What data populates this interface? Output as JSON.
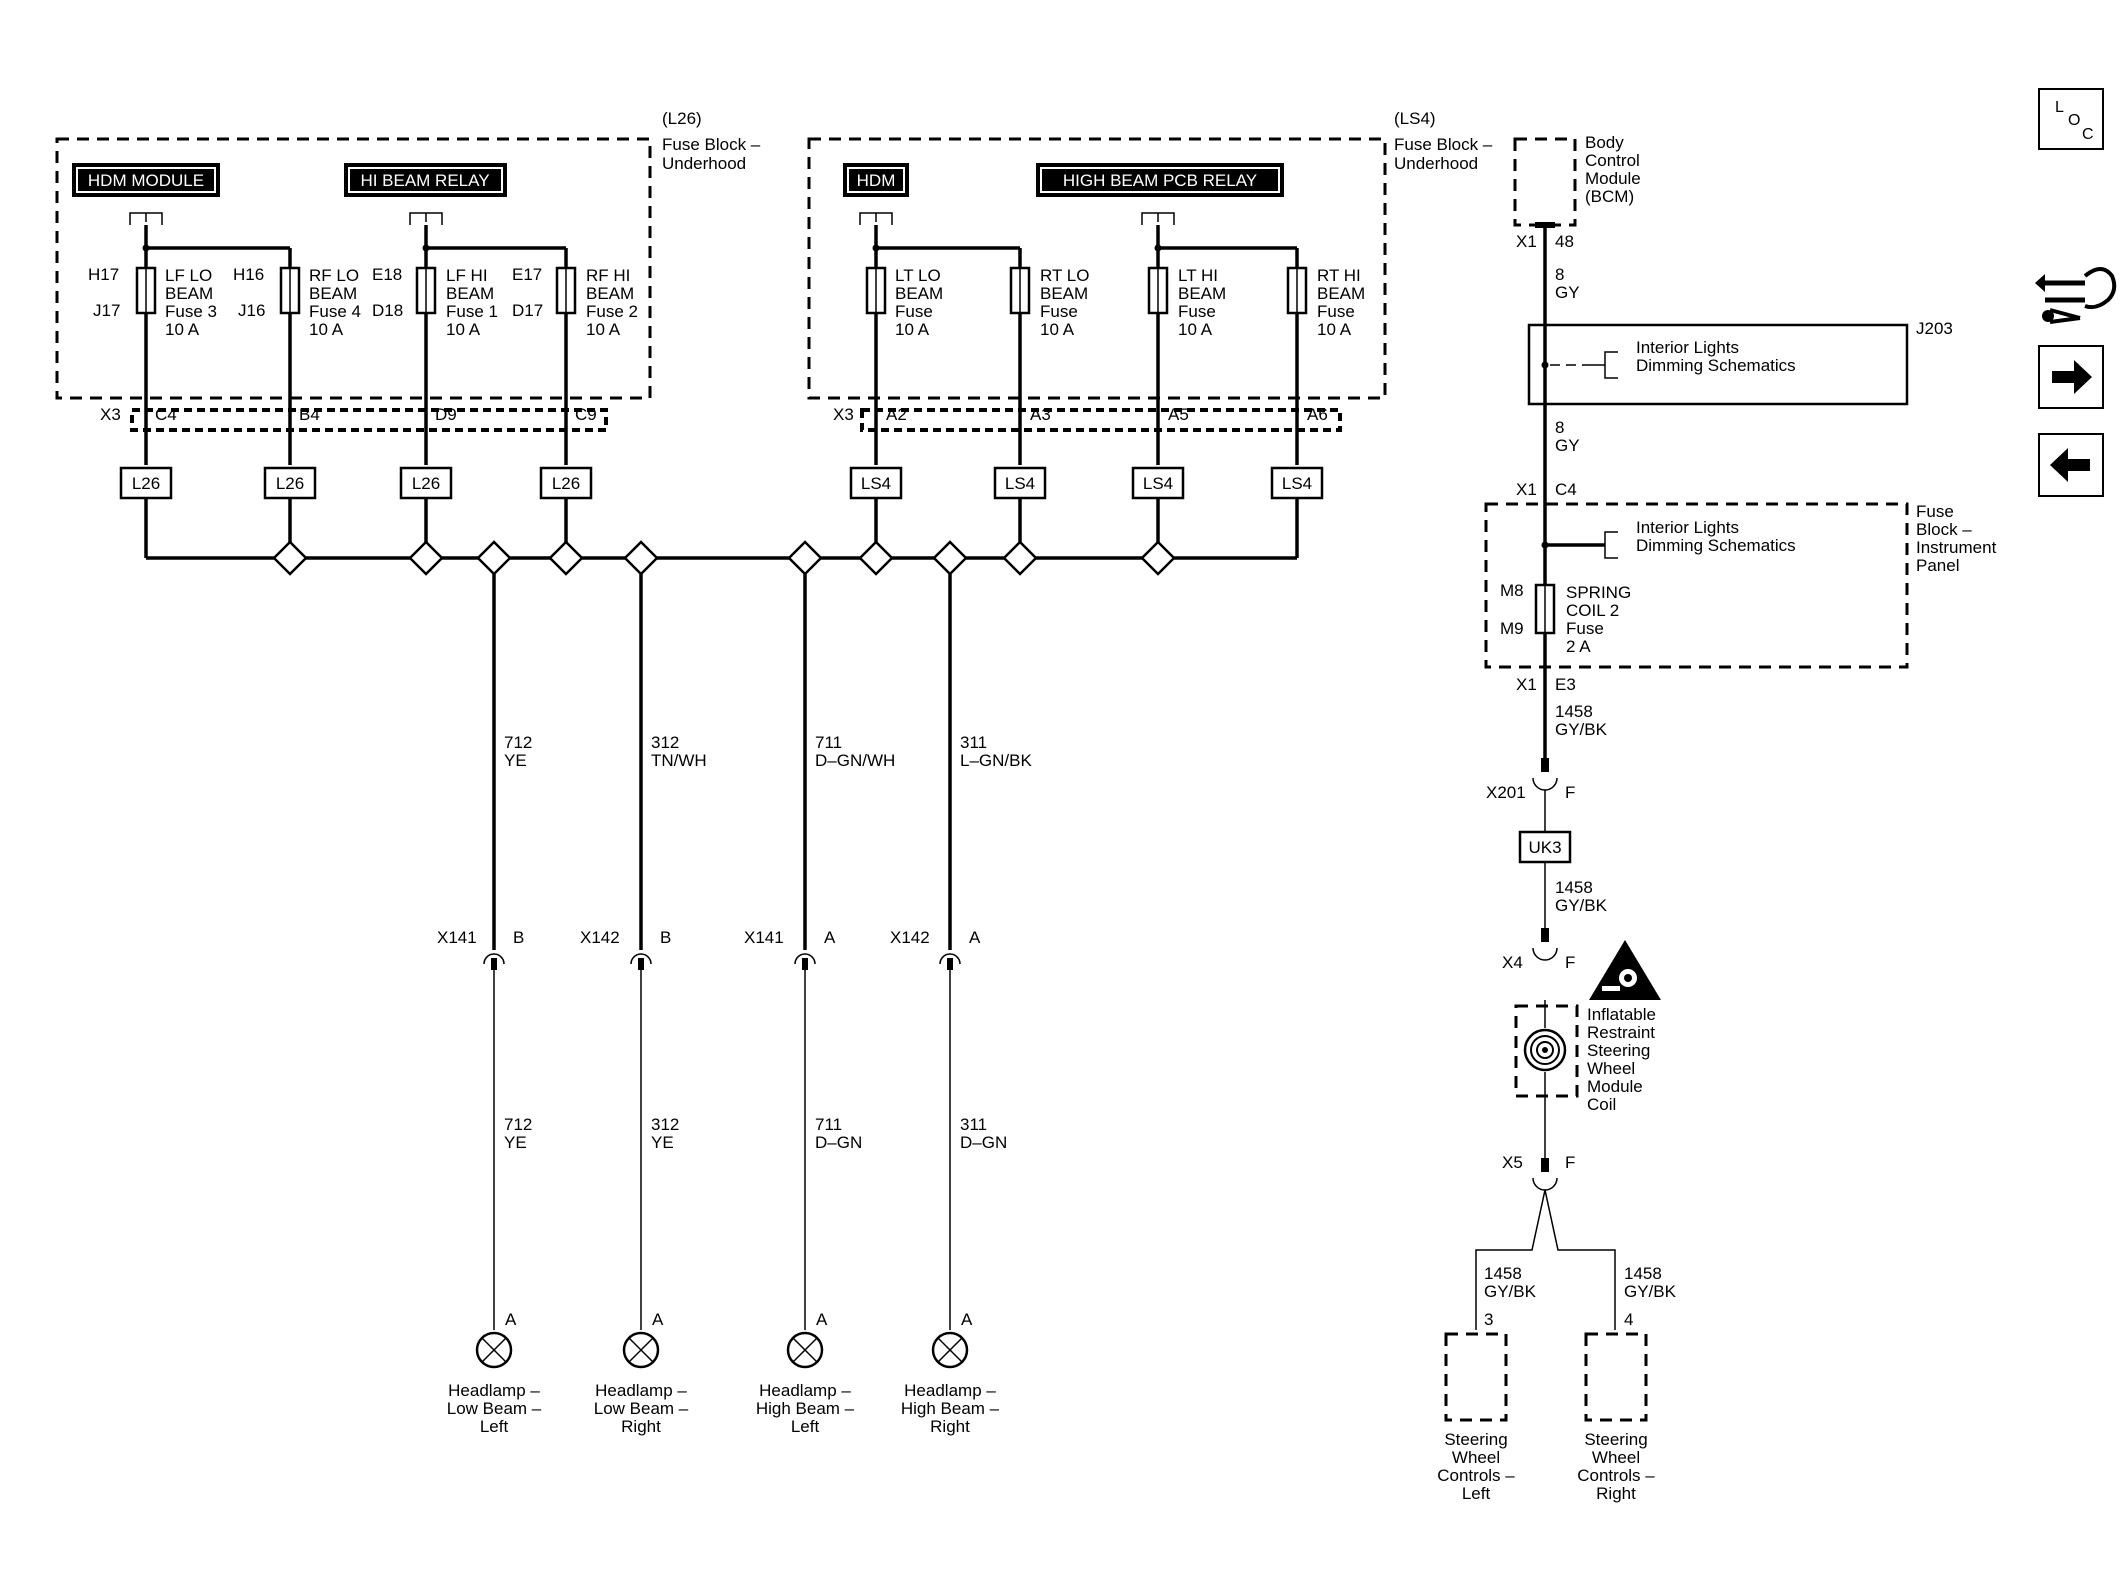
{
  "nav": {
    "loc_l": "L",
    "loc_o": "O",
    "loc_c": "C"
  },
  "l26": {
    "option": "(L26)",
    "block_line1": "Fuse Block –",
    "block_line2": "Underhood",
    "hdm_module": "HDM MODULE",
    "hi_beam_relay": "HI BEAM RELAY",
    "fuses": [
      {
        "top_pin": "H17",
        "bottom_pin": "J17",
        "l1": "LF LO",
        "l2": "BEAM",
        "l3": "Fuse 3",
        "l4": "10 A",
        "conn": "C4",
        "opt": "L26"
      },
      {
        "top_pin": "H16",
        "bottom_pin": "J16",
        "l1": "RF LO",
        "l2": "BEAM",
        "l3": "Fuse 4",
        "l4": "10 A",
        "conn": "B4",
        "opt": "L26"
      },
      {
        "top_pin": "E18",
        "bottom_pin": "D18",
        "l1": "LF HI",
        "l2": "BEAM",
        "l3": "Fuse 1",
        "l4": "10 A",
        "conn": "D9",
        "opt": "L26"
      },
      {
        "top_pin": "E17",
        "bottom_pin": "D17",
        "l1": "RF HI",
        "l2": "BEAM",
        "l3": "Fuse 2",
        "l4": "10 A",
        "conn": "C9",
        "opt": "L26"
      }
    ],
    "connector": "X3"
  },
  "ls4": {
    "option": "(LS4)",
    "block_line1": "Fuse Block –",
    "block_line2": "Underhood",
    "hdm": "HDM",
    "high_beam_pcb_relay": "HIGH BEAM PCB RELAY",
    "fuses": [
      {
        "l1": "LT LO",
        "l2": "BEAM",
        "l3": "Fuse",
        "l4": "10 A",
        "conn": "A2",
        "opt": "LS4"
      },
      {
        "l1": "RT LO",
        "l2": "BEAM",
        "l3": "Fuse",
        "l4": "10 A",
        "conn": "A3",
        "opt": "LS4"
      },
      {
        "l1": "LT HI",
        "l2": "BEAM",
        "l3": "Fuse",
        "l4": "10 A",
        "conn": "A5",
        "opt": "LS4"
      },
      {
        "l1": "RT HI",
        "l2": "BEAM",
        "l3": "Fuse",
        "l4": "10 A",
        "conn": "A6",
        "opt": "LS4"
      }
    ],
    "connector": "X3"
  },
  "circuits": [
    {
      "upper_num": "712",
      "upper_color": "YE",
      "conn": "X141",
      "pin": "B",
      "lower_num": "712",
      "lower_color": "YE",
      "lamp_pin": "A",
      "lamp_l1": "Headlamp –",
      "lamp_l2": "Low Beam –",
      "lamp_l3": "Left"
    },
    {
      "upper_num": "312",
      "upper_color": "TN/WH",
      "conn": "X142",
      "pin": "B",
      "lower_num": "312",
      "lower_color": "YE",
      "lamp_pin": "A",
      "lamp_l1": "Headlamp –",
      "lamp_l2": "Low Beam –",
      "lamp_l3": "Right"
    },
    {
      "upper_num": "711",
      "upper_color": "D–GN/WH",
      "conn": "X141",
      "pin": "A",
      "lower_num": "711",
      "lower_color": "D–GN",
      "lamp_pin": "A",
      "lamp_l1": "Headlamp –",
      "lamp_l2": "High Beam –",
      "lamp_l3": "Left"
    },
    {
      "upper_num": "311",
      "upper_color": "L–GN/BK",
      "conn": "X142",
      "pin": "A",
      "lower_num": "311",
      "lower_color": "D–GN",
      "lamp_pin": "A",
      "lamp_l1": "Headlamp –",
      "lamp_l2": "High Beam –",
      "lamp_l3": "Right"
    }
  ],
  "right": {
    "bcm_l1": "Body",
    "bcm_l2": "Control",
    "bcm_l3": "Module",
    "bcm_l4": "(BCM)",
    "bcm_conn": "X1",
    "bcm_pin": "48",
    "w1_num": "8",
    "w1_color": "GY",
    "splice": "J203",
    "dim1_l1": "Interior Lights",
    "dim1_l2": "Dimming Schematics",
    "w2_num": "8",
    "w2_color": "GY",
    "fbip_conn": "X1",
    "fbip_pin_in": "C4",
    "fbip_l1": "Fuse",
    "fbip_l2": "Block –",
    "fbip_l3": "Instrument",
    "fbip_l4": "Panel",
    "dim2_l1": "Interior Lights",
    "dim2_l2": "Dimming Schematics",
    "fuse_top": "M8",
    "fuse_bottom": "M9",
    "fuse_l1": "SPRING",
    "fuse_l2": "COIL 2",
    "fuse_l3": "Fuse",
    "fuse_l4": "2 A",
    "fbip_out_conn": "X1",
    "fbip_out_pin": "E3",
    "w3_num": "1458",
    "w3_color": "GY/BK",
    "x201": "X201",
    "x201_pin": "F",
    "uk3": "UK3",
    "w4_num": "1458",
    "w4_color": "GY/BK",
    "x4": "X4",
    "x4_pin": "F",
    "coil_l1": "Inflatable",
    "coil_l2": "Restraint",
    "coil_l3": "Steering",
    "coil_l4": "Wheel",
    "coil_l5": "Module",
    "coil_l6": "Coil",
    "x5": "X5",
    "x5_pin": "F",
    "swl_num": "1458",
    "swl_color": "GY/BK",
    "swl_pin": "3",
    "swr_num": "1458",
    "swr_color": "GY/BK",
    "swr_pin": "4",
    "swl_l1": "Steering",
    "swl_l2": "Wheel",
    "swl_l3": "Controls –",
    "swl_l4": "Left",
    "swr_l1": "Steering",
    "swr_l2": "Wheel",
    "swr_l3": "Controls –",
    "swr_l4": "Right"
  },
  "colors": {
    "ink": "#000000",
    "paper": "#ffffff"
  },
  "icons": [
    "loc-icon",
    "wiring-harness-icon",
    "next-page-icon",
    "previous-page-icon",
    "warning-airbag-icon",
    "spring-coil-icon",
    "headlamp-icon"
  ]
}
